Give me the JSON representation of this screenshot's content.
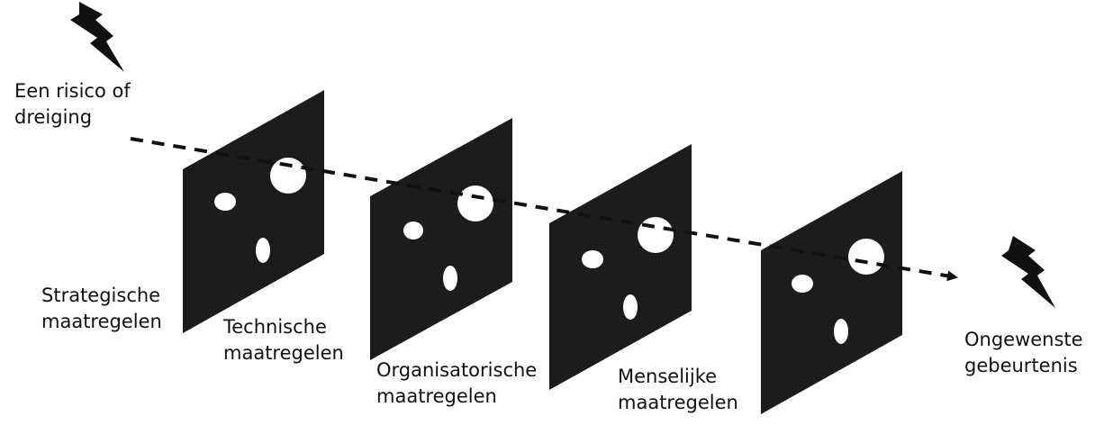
{
  "colors": {
    "layer": "#1c1c1c",
    "hole": "#ffffff",
    "arrow": "#111111",
    "text": "#111111"
  },
  "start": {
    "icon": "lightning-bolt-icon",
    "lines": [
      "Een risico of",
      "dreiging"
    ]
  },
  "end": {
    "icon": "lightning-bolt-icon",
    "lines": [
      "Ongewenste",
      "gebeurtenis"
    ]
  },
  "layers": [
    {
      "lines": [
        "Strategische",
        "maatregelen"
      ]
    },
    {
      "lines": [
        "Technische",
        "maatregelen"
      ]
    },
    {
      "lines": [
        "Organisatorische",
        "maatregelen"
      ]
    },
    {
      "lines": [
        "Menselijke",
        "maatregelen"
      ]
    }
  ]
}
